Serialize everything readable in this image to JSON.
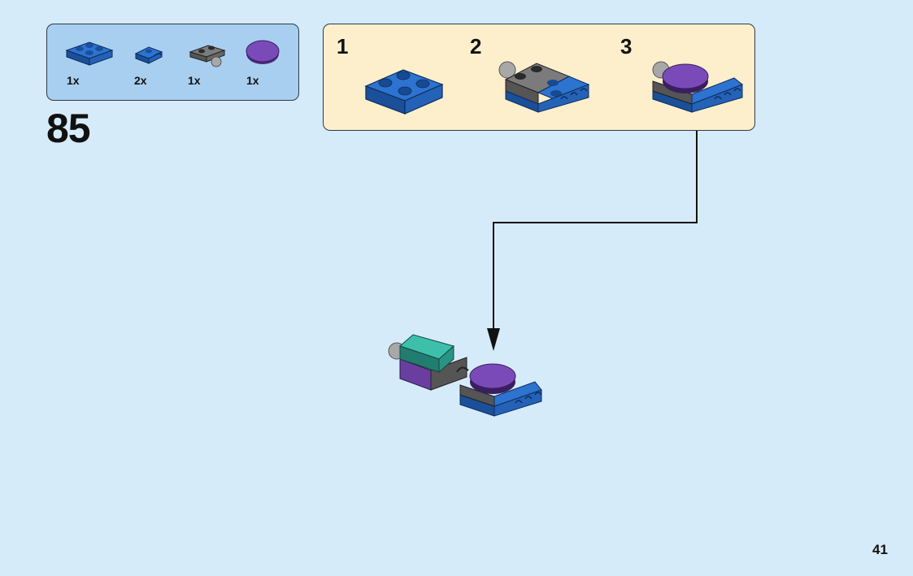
{
  "parts_list": {
    "items": [
      {
        "name": "blue-plate-2x2-icon",
        "quantity": "1x",
        "color": "#1f5fb5"
      },
      {
        "name": "blue-clip-plate-icon",
        "quantity": "2x",
        "color": "#1f5fb5"
      },
      {
        "name": "gray-plate-with-ball-icon",
        "quantity": "1x",
        "color": "#6b6b6b"
      },
      {
        "name": "purple-round-tile-icon",
        "quantity": "1x",
        "color": "#6a3ea1"
      }
    ]
  },
  "step": {
    "number": "85"
  },
  "sub_steps": [
    {
      "number": "1"
    },
    {
      "number": "2"
    },
    {
      "number": "3"
    }
  ],
  "page": {
    "number": "41"
  },
  "colors": {
    "background": "#d6ebfa",
    "parts_box": "#a9cff0",
    "sub_box": "#fdefcc",
    "blue": "#1f5fb5",
    "purple": "#6a3ea1",
    "gray": "#6b6b6b",
    "teal": "#2e9e90"
  }
}
